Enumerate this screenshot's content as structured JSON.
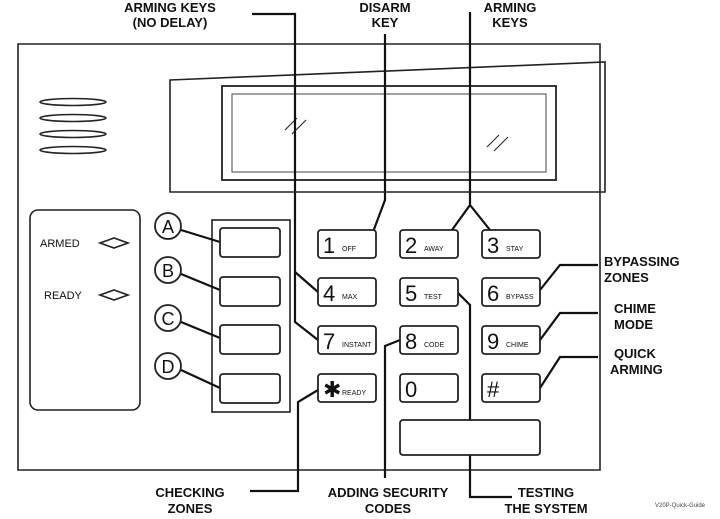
{
  "callouts": {
    "arming_no_delay": [
      "ARMING KEYS",
      "(NO DELAY)"
    ],
    "disarm": [
      "DISARM",
      "KEY"
    ],
    "arming": [
      "ARMING",
      "KEYS"
    ],
    "bypassing": [
      "BYPASSING",
      "ZONES"
    ],
    "chime": [
      "CHIME",
      "MODE"
    ],
    "quick": [
      "QUICK",
      "ARMING"
    ],
    "checking": [
      "CHECKING",
      "ZONES"
    ],
    "adding": [
      "ADDING SECURITY",
      "CODES"
    ],
    "testing": [
      "TESTING",
      "THE SYSTEM"
    ]
  },
  "leds": {
    "armed": "ARMED",
    "ready": "READY"
  },
  "function_keys": [
    "A",
    "B",
    "C",
    "D"
  ],
  "keys": [
    {
      "num": "1",
      "sub": "OFF"
    },
    {
      "num": "2",
      "sub": "AWAY"
    },
    {
      "num": "3",
      "sub": "STAY"
    },
    {
      "num": "4",
      "sub": "MAX"
    },
    {
      "num": "5",
      "sub": "TEST"
    },
    {
      "num": "6",
      "sub": "BYPASS"
    },
    {
      "num": "7",
      "sub": "INSTANT"
    },
    {
      "num": "8",
      "sub": "CODE"
    },
    {
      "num": "9",
      "sub": "CHIME"
    },
    {
      "num": "✱",
      "sub": "READY"
    },
    {
      "num": "0",
      "sub": ""
    },
    {
      "num": "#",
      "sub": ""
    }
  ],
  "footer_code": "V20P-Quick-Guide"
}
